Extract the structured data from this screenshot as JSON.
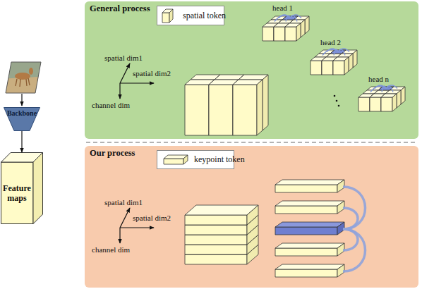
{
  "diagram": {
    "nodes": [
      {
        "text": [
          "General process"
        ]
      },
      {
        "text": [
          "spatial token"
        ],
        "in": 0
      },
      {
        "text": [
          "Backbone"
        ]
      },
      {
        "text": [
          "Feature maps"
        ]
      },
      {
        "text": [
          "Our process"
        ]
      },
      {
        "text": [
          "keypoint token"
        ],
        "in": 4
      }
    ],
    "edges": [
      {
        "from": 2,
        "to": 3,
        "arrow": "to"
      }
    ],
    "labels": [
      "spatial dim1",
      "spatial dim2",
      "channel dim",
      "head 1",
      "head 2",
      "head n",
      "spatial dim1",
      "spatial dim2",
      "channel dim"
    ]
  }
}
